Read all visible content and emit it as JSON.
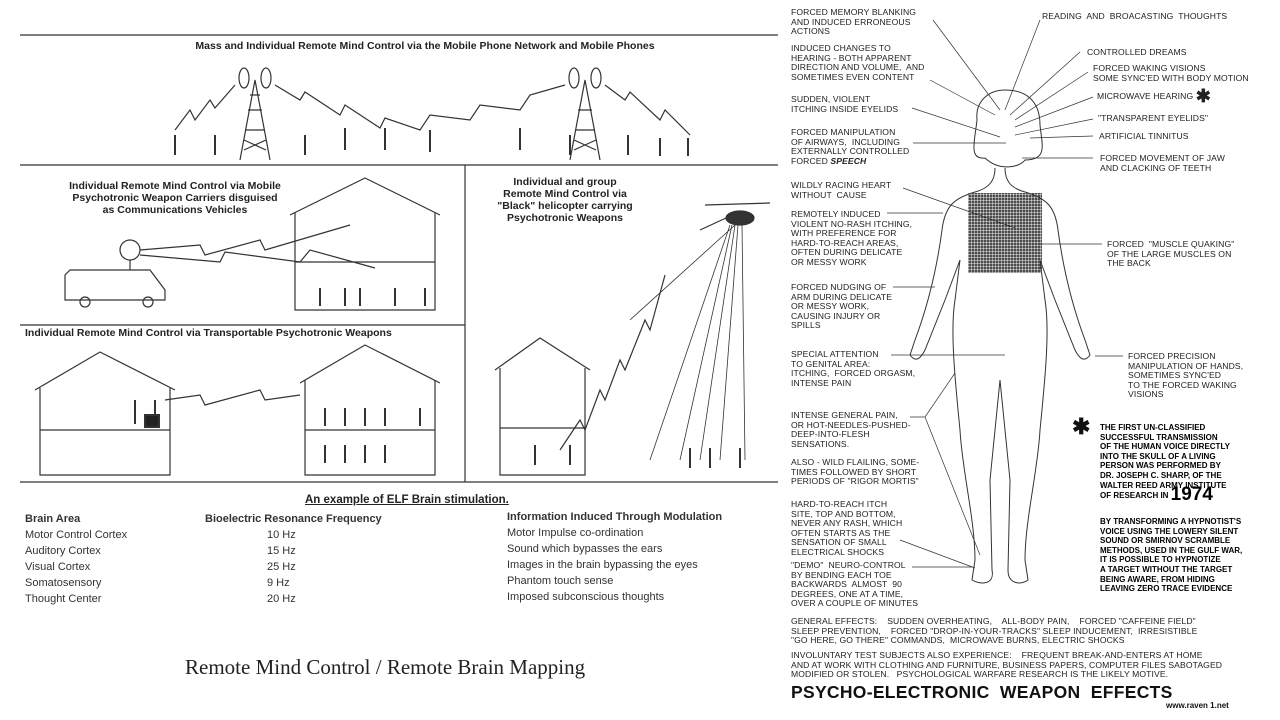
{
  "left": {
    "panel1_title": "Mass and Individual Remote Mind Control via the Mobile Phone Network and Mobile Phones",
    "panel2_title": "Individual Remote Mind Control via Mobile\nPsychotronic Weapon Carriers disguised\nas Communications Vehicles",
    "panel3_title": "Individual and group\nRemote Mind Control via\n\"Black\" helicopter carrying\nPsychotronic Weapons",
    "panel4_title": "Individual Remote Mind Control via Transportable Psychotronic Weapons",
    "table": {
      "title": "An example of ELF Brain stimulation.",
      "headers": [
        "Brain Area",
        "Bioelectric Resonance Frequency",
        "Information Induced Through Modulation"
      ],
      "rows": [
        [
          "Motor Control Cortex",
          "10 Hz",
          "Motor Impulse co-ordination"
        ],
        [
          "Auditory Cortex",
          "15 Hz",
          "Sound which bypasses the ears"
        ],
        [
          "Visual Cortex",
          "25 Hz",
          "Images in the brain bypassing the eyes"
        ],
        [
          "Somatosensory",
          "9 Hz",
          "Phantom touch sense"
        ],
        [
          "Thought Center",
          "20 Hz",
          "Imposed subconscious thoughts"
        ]
      ]
    },
    "caption": "Remote Mind Control / Remote Brain Mapping"
  },
  "right": {
    "labels_left": [
      "FORCED MEMORY BLANKING\nAND INDUCED ERRONEOUS\nACTIONS",
      "INDUCED CHANGES TO\nHEARING - BOTH APPARENT\nDIRECTION AND VOLUME,  AND\nSOMETIMES EVEN CONTENT",
      "SUDDEN, VIOLENT\nITCHING INSIDE EYELIDS",
      "FORCED MANIPULATION\nOF AIRWAYS,  INCLUDING\nEXTERNALLY CONTROLLED\nFORCED ",
      "WILDLY RACING HEART\nWITHOUT  CAUSE",
      "REMOTELY INDUCED\nVIOLENT NO-RASH ITCHING,\nWITH PREFERENCE FOR\nHARD-TO-REACH AREAS,\nOFTEN DURING DELICATE\nOR MESSY WORK",
      "FORCED NUDGING OF\nARM DURING DELICATE\nOR MESSY WORK,\nCAUSING INJURY OR\nSPILLS",
      "SPECIAL ATTENTION\nTO GENITAL AREA:\nITCHING,  FORCED ORGASM,\nINTENSE PAIN",
      "INTENSE GENERAL PAIN,\nOR HOT-NEEDLES-PUSHED-\nDEEP-INTO-FLESH\nSENSATIONS.",
      "ALSO - WILD FLAILING, SOME-\nTIMES FOLLOWED BY SHORT\nPERIODS OF \"RIGOR MORTIS\"",
      "HARD-TO-REACH ITCH\nSITE, TOP AND BOTTOM,\nNEVER ANY RASH, WHICH\nOFTEN STARTS AS THE\nSENSATION OF SMALL\nELECTRICAL SHOCKS",
      "\"DEMO\"  NEURO-CONTROL\nBY BENDING EACH TOE\nBACKWARDS  ALMOST  90\nDEGREES, ONE AT A TIME,\nOVER A COUPLE OF MINUTES"
    ],
    "speech_word": "SPEECH",
    "labels_right": [
      "READING  AND  BROACASTING  THOUGHTS",
      "CONTROLLED DREAMS",
      "FORCED WAKING VISIONS\nSOME SYNC'ED WITH BODY MOTION",
      "MICROWAVE HEARING",
      "\"TRANSPARENT EYELIDS\"",
      "ARTIFICIAL TINNITUS",
      "FORCED MOVEMENT OF JAW\nAND CLACKING OF TEETH",
      "FORCED  \"MUSCLE QUAKING\"\nOF THE LARGE MUSCLES ON\nTHE BACK",
      "FORCED PRECISION\nMANIPULATION OF HANDS,\nSOMETIMES SYNC'ED\nTO THE FORCED WAKING\nVISIONS"
    ],
    "asterisk": "✱",
    "note1": "THE FIRST UN-CLASSIFIED\nSUCCESSFUL TRANSMISSION\nOF THE HUMAN VOICE DIRECTLY\nINTO THE SKULL OF A LIVING\nPERSON WAS PERFORMED BY\nDR. JOSEPH C. SHARP, OF THE\nWALTER REED ARMY INSTITUTE\nOF RESEARCH IN ",
    "year": "1974",
    "note2": "BY TRANSFORMING A HYPNOTIST'S\nVOICE USING THE LOWERY SILENT\nSOUND OR SMIRNOV SCRAMBLE\nMETHODS, USED IN THE GULF WAR,\nIT IS POSSIBLE TO HYPNOTIZE\nA TARGET WITHOUT THE TARGET\nBEING AWARE, FROM HIDING\nLEAVING ZERO TRACE EVIDENCE",
    "general_effects": "GENERAL EFFECTS:    SUDDEN OVERHEATING,    ALL-BODY PAIN,    FORCED \"CAFFEINE FIELD\"\nSLEEP PREVENTION,    FORCED \"DROP-IN-YOUR-TRACKS\" SLEEP INDUCEMENT,  IRRESISTIBLE\n\"GO HERE, GO THERE\" COMMANDS,  MICROWAVE BURNS, ELECTRIC SHOCKS",
    "involuntary": "INVOLUNTARY TEST SUBJECTS ALSO EXPERIENCE:    FREQUENT BREAK-AND-ENTERS AT HOME\nAND AT WORK WITH CLOTHING AND FURNITURE, BUSINESS PAPERS, COMPUTER FILES SABOTAGED\nMODIFIED OR STOLEN.   PSYCHOLOGICAL WARFARE RESEARCH IS THE LIKELY MOTIVE.",
    "title": "PSYCHO-ELECTRONIC  WEAPON  EFFECTS",
    "url": "www.raven 1.net"
  }
}
